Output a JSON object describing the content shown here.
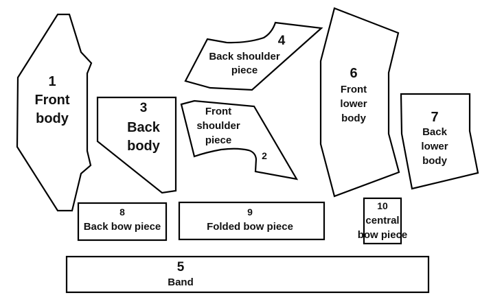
{
  "diagram": {
    "type": "sewing-pattern-layout",
    "stroke_color": "#000000",
    "background_color": "#ffffff",
    "pieces": [
      {
        "id": "1",
        "number": "1",
        "name_lines": [
          "Front",
          "body"
        ]
      },
      {
        "id": "2",
        "number": "2",
        "name_lines": [
          "Front",
          "shoulder",
          "piece"
        ]
      },
      {
        "id": "3",
        "number": "3",
        "name_lines": [
          "Back",
          "body"
        ]
      },
      {
        "id": "4",
        "number": "4",
        "name_lines": [
          "Back shoulder",
          "piece"
        ]
      },
      {
        "id": "5",
        "number": "5",
        "name_lines": [
          "Band"
        ]
      },
      {
        "id": "6",
        "number": "6",
        "name_lines": [
          "Front",
          "lower",
          "body"
        ]
      },
      {
        "id": "7",
        "number": "7",
        "name_lines": [
          "Back",
          "lower",
          "body"
        ]
      },
      {
        "id": "8",
        "number": "8",
        "name_lines": [
          "Back bow piece"
        ]
      },
      {
        "id": "9",
        "number": "9",
        "name_lines": [
          "Folded bow piece"
        ]
      },
      {
        "id": "10",
        "number": "10",
        "name_lines": [
          "central",
          "bow piece"
        ]
      }
    ]
  }
}
